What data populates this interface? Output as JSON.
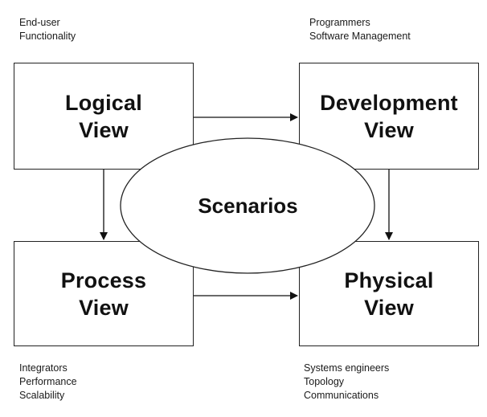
{
  "diagram": {
    "nodes": {
      "logical": {
        "line1": "Logical",
        "line2": "View"
      },
      "development": {
        "line1": "Development",
        "line2": "View"
      },
      "process": {
        "line1": "Process",
        "line2": "View"
      },
      "physical": {
        "line1": "Physical",
        "line2": "View"
      },
      "center": {
        "label": "Scenarios"
      }
    },
    "notes": {
      "logical": [
        "End-user",
        "Functionality"
      ],
      "development": [
        "Programmers",
        "Software Management"
      ],
      "process": [
        "Integrators",
        "Performance",
        "Scalability"
      ],
      "physical": [
        "Systems engineers",
        "Topology",
        "Communications"
      ]
    },
    "edges": [
      {
        "from": "Logical View",
        "to": "Development View"
      },
      {
        "from": "Logical View",
        "to": "Process View"
      },
      {
        "from": "Development View",
        "to": "Physical View"
      },
      {
        "from": "Process View",
        "to": "Physical View"
      }
    ]
  }
}
